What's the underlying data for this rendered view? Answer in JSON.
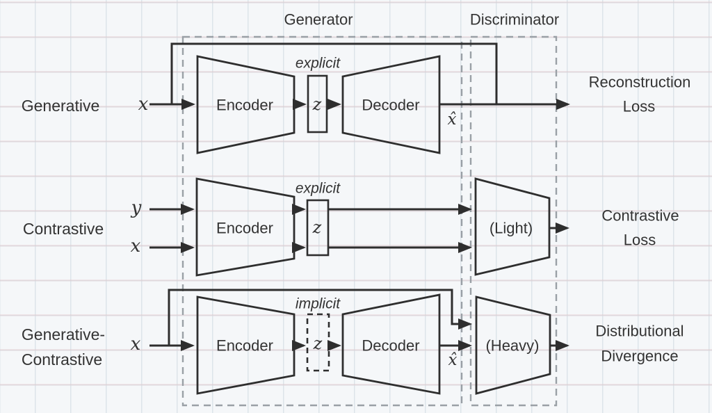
{
  "diagram": {
    "sections": {
      "generator": "Generator",
      "discriminator": "Discriminator"
    },
    "rows": [
      {
        "label": "Generative",
        "input": "x",
        "latent": "z",
        "latent_style": "explicit",
        "encoder": "Encoder",
        "decoder": "Decoder",
        "output": "x̂",
        "loss": [
          "Reconstruction",
          "Loss"
        ]
      },
      {
        "label": "Contrastive",
        "inputs": [
          "y",
          "x"
        ],
        "latent": "z",
        "latent_style": "explicit",
        "encoder": "Encoder",
        "discriminator": "(Light)",
        "loss": [
          "Contrastive",
          "Loss"
        ]
      },
      {
        "label": [
          "Generative-",
          "Contrastive"
        ],
        "input": "x",
        "latent": "z",
        "latent_style": "implicit",
        "encoder": "Encoder",
        "decoder": "Decoder",
        "output": "x̂",
        "discriminator": "(Heavy)",
        "loss": [
          "Distributional",
          "Divergence"
        ]
      }
    ],
    "colors": {
      "line": "#2e2e2e",
      "dashed_box": "#9aa0a6",
      "text": "#333333",
      "background": "#f5f7f9"
    }
  }
}
